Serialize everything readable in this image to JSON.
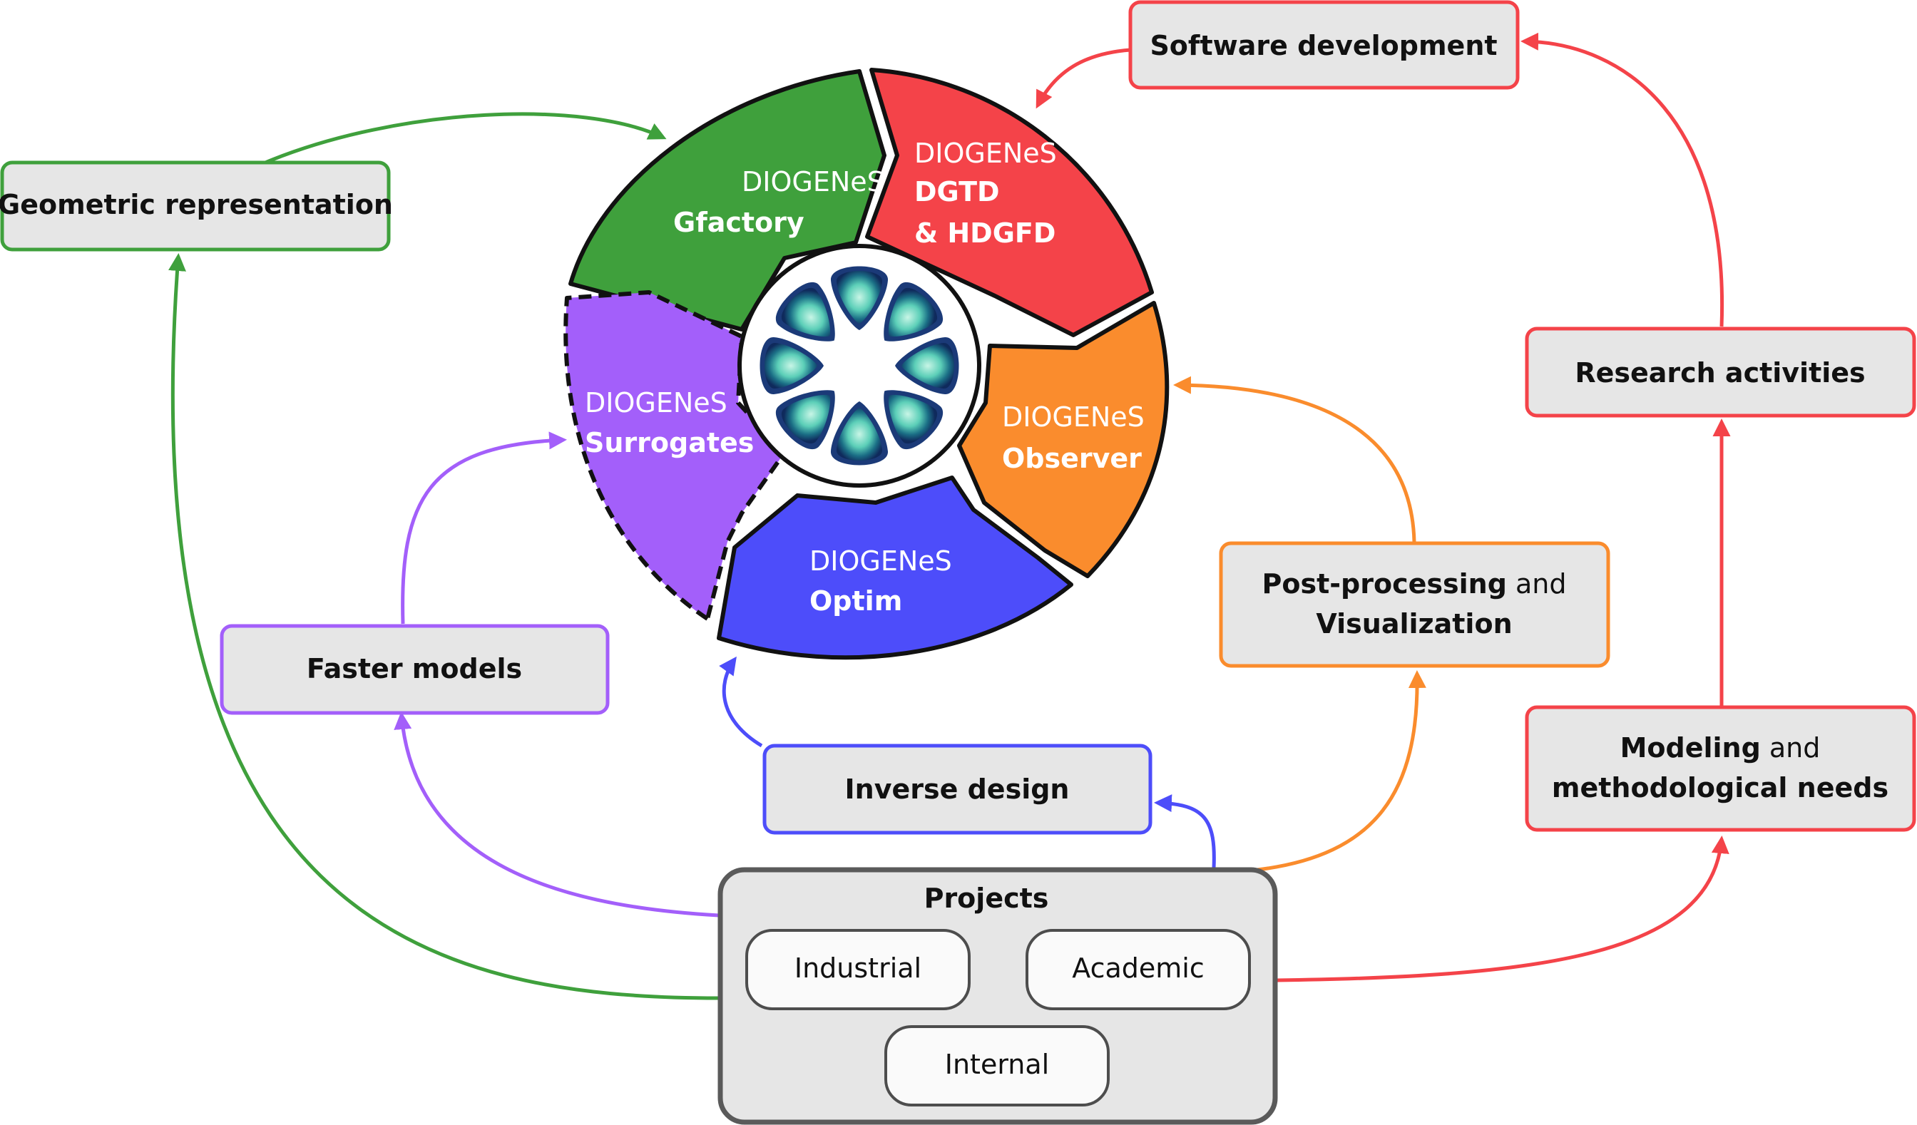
{
  "colors": {
    "green": "#3fa03c",
    "red": "#f44349",
    "orange": "#fa8c2d",
    "blue": "#4d4dfa",
    "purple": "#a35ffa",
    "box_fill": "#e6e6e6",
    "projects_border": "#5a5a5a"
  },
  "wheel": {
    "segments": [
      {
        "brand": "DIOGENeS",
        "name": "Gfactory"
      },
      {
        "brand": "DIOGENeS",
        "name": "DGTD",
        "name2": "& HDGFD"
      },
      {
        "brand": "DIOGENeS",
        "name": "Observer"
      },
      {
        "brand": "DIOGENeS",
        "name": "Optim"
      },
      {
        "brand": "DIOGENeS",
        "name": "Surrogates"
      }
    ],
    "center_icon": "flower-logo-icon"
  },
  "boxes": {
    "geometric": {
      "label": "Geometric representation"
    },
    "software": {
      "label": "Software development"
    },
    "research": {
      "label": "Research activities"
    },
    "modeling": {
      "bold1": "Modeling",
      "plain1": " and",
      "bold2": "methodological needs"
    },
    "postproc": {
      "bold1": "Post-processing",
      "plain1": " and",
      "bold2": "Visualization"
    },
    "faster": {
      "label": "Faster models"
    },
    "inverse": {
      "label": "Inverse design"
    }
  },
  "projects": {
    "title": "Projects",
    "items": [
      "Industrial",
      "Academic",
      "Internal"
    ]
  }
}
